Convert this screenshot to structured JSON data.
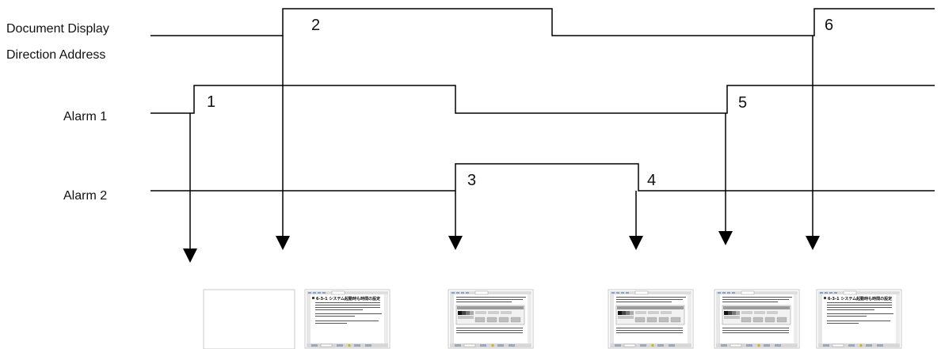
{
  "signals": {
    "document_display": {
      "line1": "Document Display",
      "line2": "Direction Address"
    },
    "alarm1": "Alarm 1",
    "alarm2": "Alarm 2"
  },
  "events": [
    "1",
    "2",
    "3",
    "4",
    "5",
    "6"
  ],
  "screens": {
    "doc_title": "6-3-1 システム起動時も時間の設定"
  }
}
